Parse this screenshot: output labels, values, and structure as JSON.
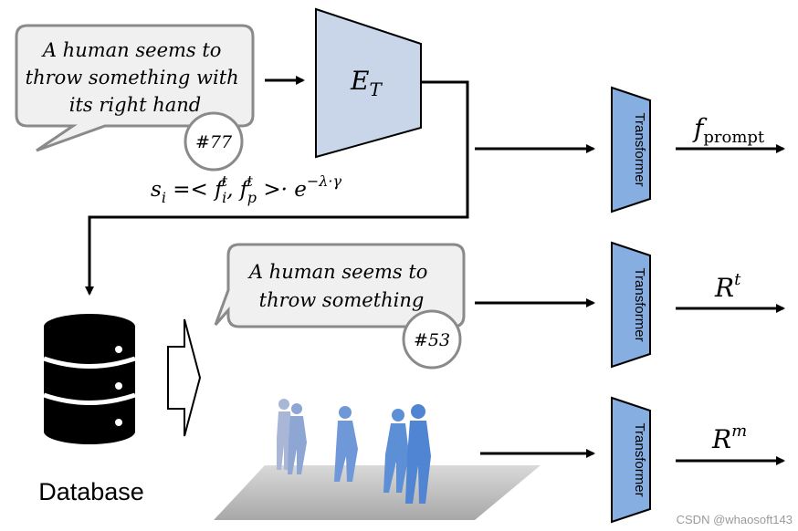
{
  "bubble_top": {
    "lines": [
      "A human seems to",
      "throw something with",
      "its right hand"
    ],
    "badge": "#77"
  },
  "encoder": {
    "symbol": "E",
    "subscript": "T"
  },
  "formula": "s_i = < f_i^t , f_p^t > · e^(−λ·γ)",
  "bubble_mid": {
    "lines": [
      "A human seems to",
      "throw something"
    ],
    "badge": "#53"
  },
  "transformer_label": "Transformer",
  "outputs": {
    "top": {
      "symbol": "f",
      "subscript": "prompt"
    },
    "mid": {
      "symbol": "R",
      "superscript": "t"
    },
    "bot": {
      "symbol": "R",
      "superscript": "m"
    }
  },
  "database_label": "Database",
  "watermark": "CSDN @whaosoft143",
  "colors": {
    "encoder_fill": "#c9d6ea",
    "transformer_fill": "#86aee0",
    "bubble_fill": "#f0f0f0",
    "bubble_stroke": "#8a8a8a",
    "arrow": "#000000",
    "floor": "#bdbdbd",
    "figure_blue": "#5d8fd6",
    "figure_light": "#a9b6d6"
  }
}
